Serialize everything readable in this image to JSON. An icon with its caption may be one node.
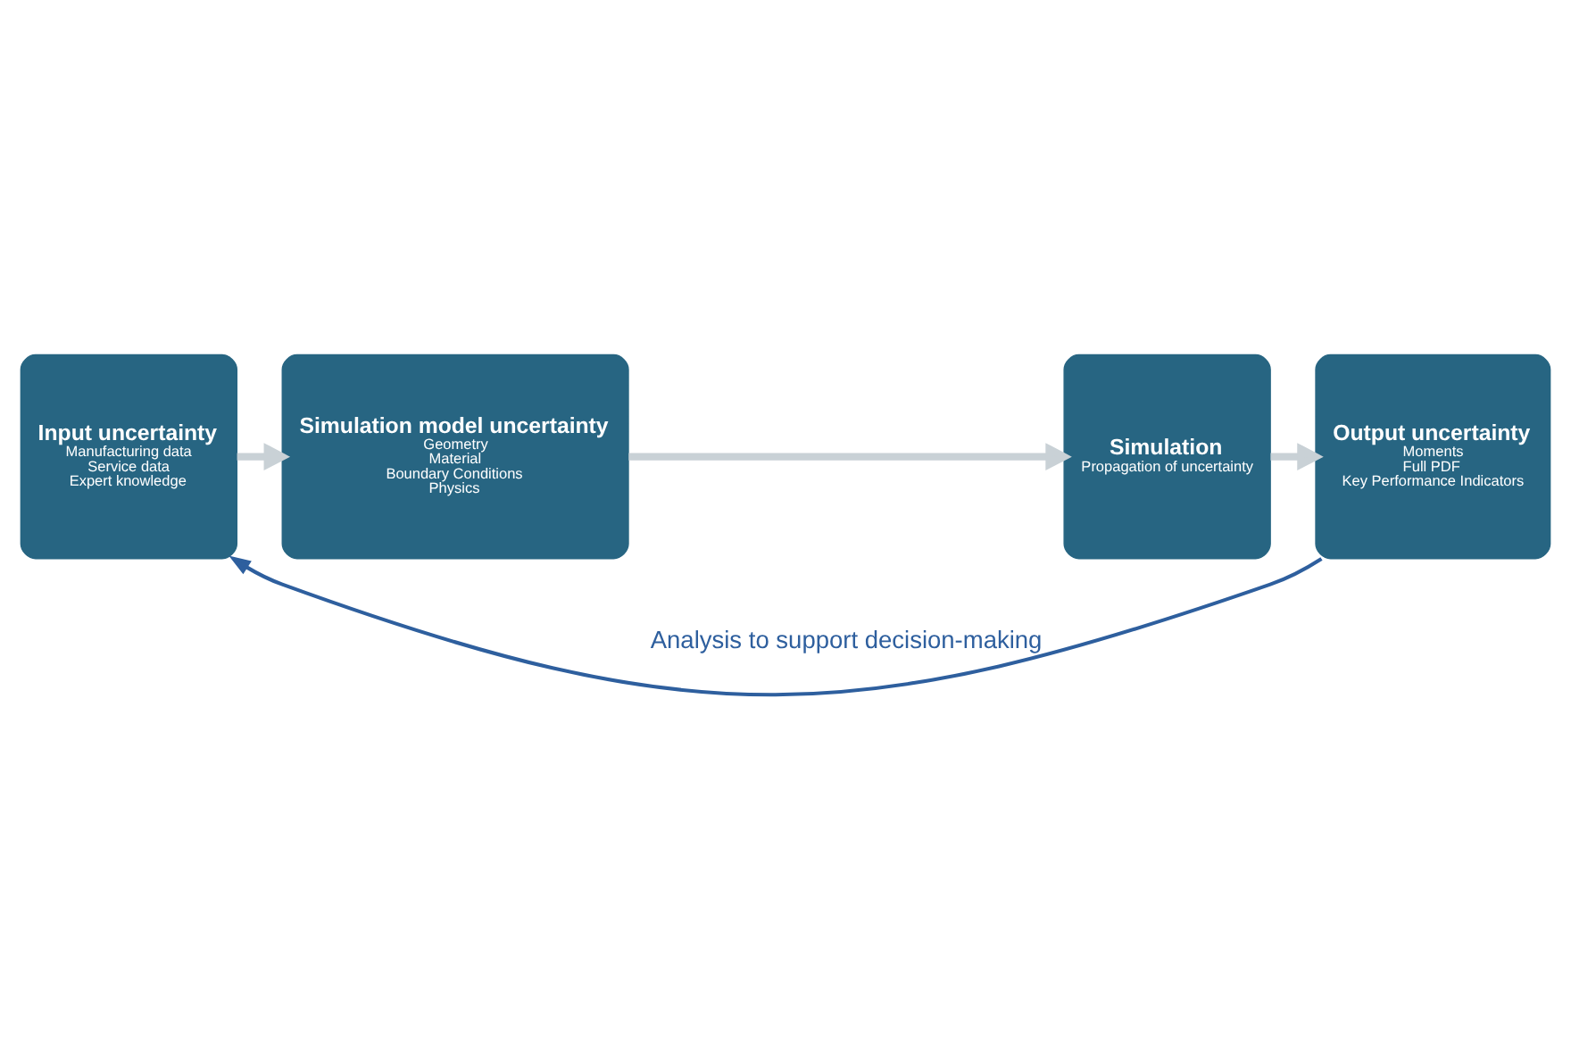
{
  "diagram": {
    "nodes": [
      {
        "text": [
          "Input uncertainty",
          "Manufacturing data",
          "Service data",
          "Expert knowledge"
        ]
      },
      {
        "text": [
          "Simulation model uncertainty",
          "Geometry",
          "Material",
          "Boundary Conditions",
          "Physics"
        ]
      },
      {
        "text": [
          "Simulation",
          "Propagation of uncertainty"
        ]
      },
      {
        "text": [
          "Output uncertainty",
          "Moments",
          "Full PDF",
          "Key Performance Indicators"
        ]
      }
    ],
    "edges": [
      {
        "from": 0,
        "to": 1,
        "arrow": "to"
      },
      {
        "from": 1,
        "to": 2,
        "arrow": "to"
      },
      {
        "from": 2,
        "to": 3,
        "arrow": "to"
      },
      {
        "from": 3,
        "to": 0,
        "arrow": "to",
        "label": "Analysis to support decision-making",
        "color": "#2e5f9e"
      }
    ]
  }
}
